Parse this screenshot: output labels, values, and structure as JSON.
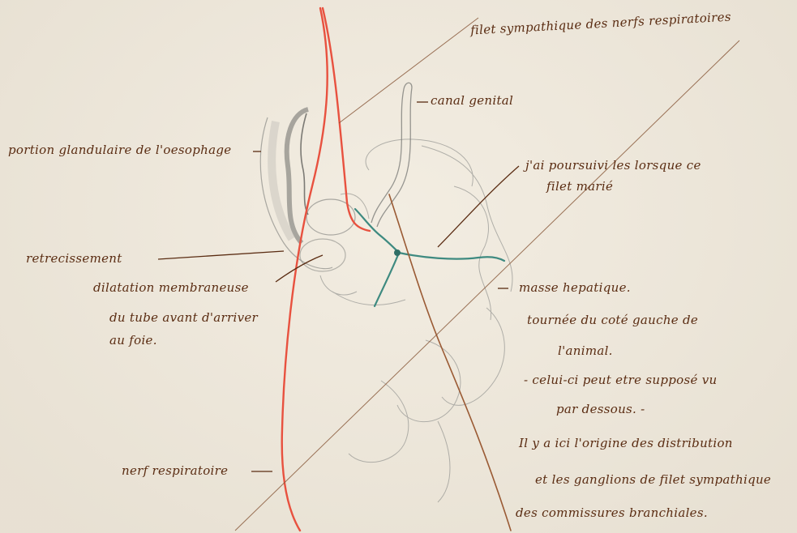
{
  "annotations": {
    "sympathetic_thread": "filet sympathique des nerfs respiratoires",
    "genital_canal": "canal genital",
    "glandular_portion": "portion glandulaire de l'oesophage",
    "followed_note_1": "j'ai poursuivi les lorsque ce",
    "followed_note_2": "filet marié",
    "narrowing": "retrecissement",
    "dilatation_1": "dilatation membraneuse",
    "dilatation_2": "du tube avant d'arriver",
    "dilatation_3": "au foie.",
    "hepatic_mass": "masse hepatique.",
    "turned_1": "tournée du coté gauche de",
    "turned_2": "l'animal.",
    "assumed_1": "- celui-ci peut etre supposé vu",
    "assumed_2": "par dessous. -",
    "origin_1": "Il y a ici l'origine des distribution",
    "origin_2": "et les ganglions de filet sympathique",
    "origin_3": "des commissures branchiales.",
    "respiratory_nerve": "nerf respiratoire"
  },
  "colors": {
    "paper": "#ece6da",
    "ink": "#5a2c12",
    "red_nerve": "#e8513f",
    "green_vessel": "#3e8a80",
    "brown_vessel": "#9a5a34",
    "pencil": "#8a8a86"
  }
}
